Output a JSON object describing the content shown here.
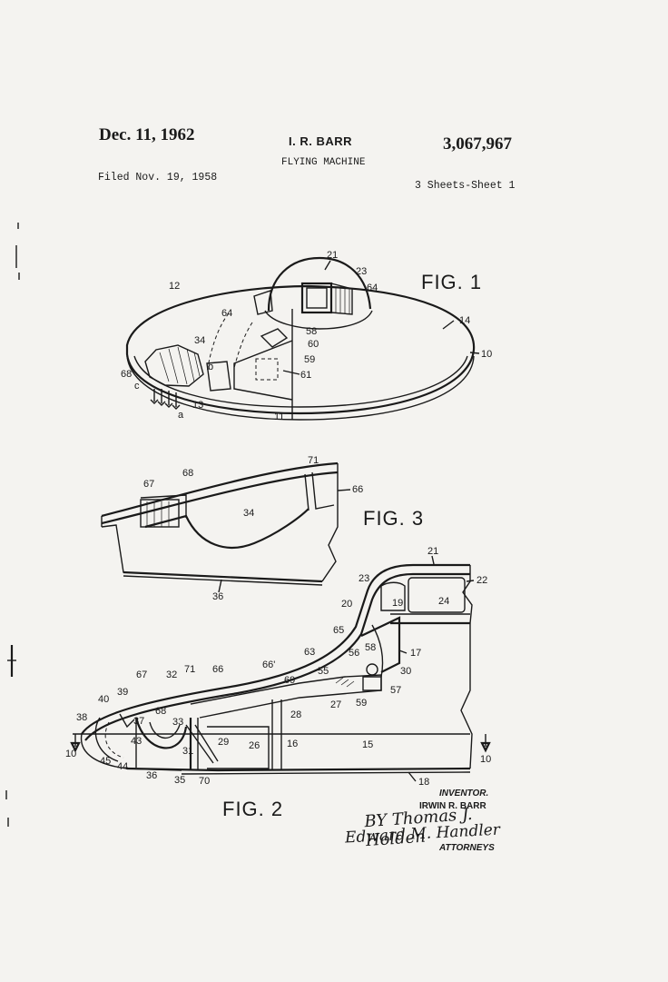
{
  "header": {
    "date": "Dec. 11, 1962",
    "inventor": "I. R. BARR",
    "patent_number": "3,067,967",
    "title": "FLYING MACHINE",
    "filed": "Filed Nov. 19, 1958",
    "sheets": "3 Sheets-Sheet 1"
  },
  "figures": {
    "fig1": "FIG. 1",
    "fig2": "FIG. 2",
    "fig3": "FIG. 3"
  },
  "fig1_labels": [
    "21",
    "23",
    "64",
    "14",
    "10",
    "12",
    "64",
    "34",
    "58",
    "60",
    "59",
    "61",
    "68",
    "c",
    "b",
    "a",
    "13",
    "11"
  ],
  "fig3_labels": [
    "71",
    "68",
    "67",
    "66",
    "34",
    "36"
  ],
  "fig2_labels": [
    "21",
    "22",
    "23",
    "24",
    "19",
    "20",
    "65",
    "17",
    "58",
    "56",
    "63",
    "66'",
    "30",
    "67",
    "32",
    "71",
    "66",
    "69",
    "55",
    "57",
    "39",
    "40",
    "68",
    "27",
    "59",
    "38",
    "37",
    "28",
    "33",
    "43",
    "16",
    "15",
    "10",
    "10",
    "31",
    "29",
    "26",
    "45",
    "44",
    "36",
    "35",
    "70",
    "18"
  ],
  "signature": {
    "inventor_heading": "INVENTOR.",
    "inventor_name": "IRWIN R. BARR",
    "by": "BY",
    "signature_line_1": "Thomas J. Holden",
    "signature_line_2": "Edward M. Handler",
    "attorneys": "ATTORNEYS"
  }
}
